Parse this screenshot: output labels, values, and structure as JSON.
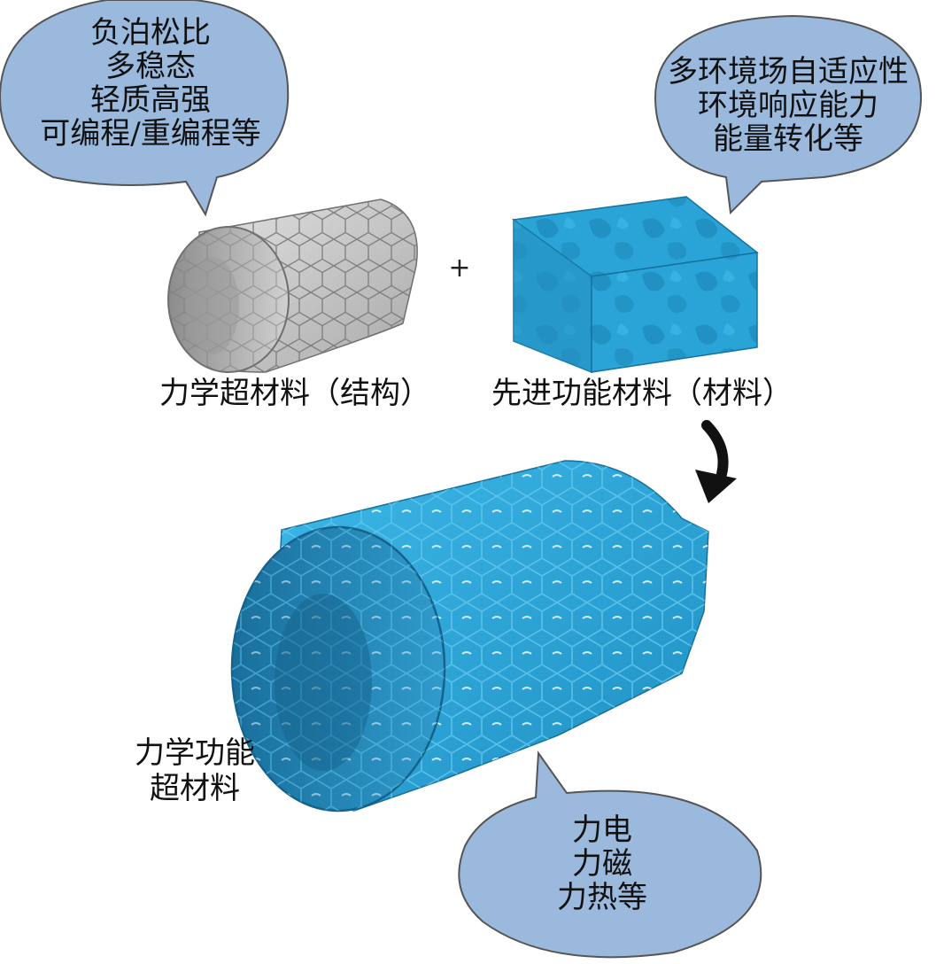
{
  "bubble_left": {
    "lines": [
      "负泊松比",
      "多稳态",
      "轻质高强",
      "可编程/重编程等"
    ],
    "color": "#9ab9dc"
  },
  "bubble_right": {
    "lines": [
      "多环境场自适应性",
      "环境响应能力",
      "能量转化等"
    ],
    "color": "#9ab9dc"
  },
  "bubble_bottom": {
    "lines": [
      "力电",
      "力磁",
      "力热等"
    ],
    "color": "#9ab9dc"
  },
  "plus_sign": "+",
  "label_structure": "力学超材料（结构）",
  "label_material": "先进功能材料（材料）",
  "label_result_line1": "力学功能",
  "label_result_line2": "超材料",
  "colors": {
    "grey_tube": "#b9b9b9",
    "blue": "#2aa3d6",
    "blue_dark": "#1b7fae",
    "bubble_stroke": "#4a4a4a"
  }
}
